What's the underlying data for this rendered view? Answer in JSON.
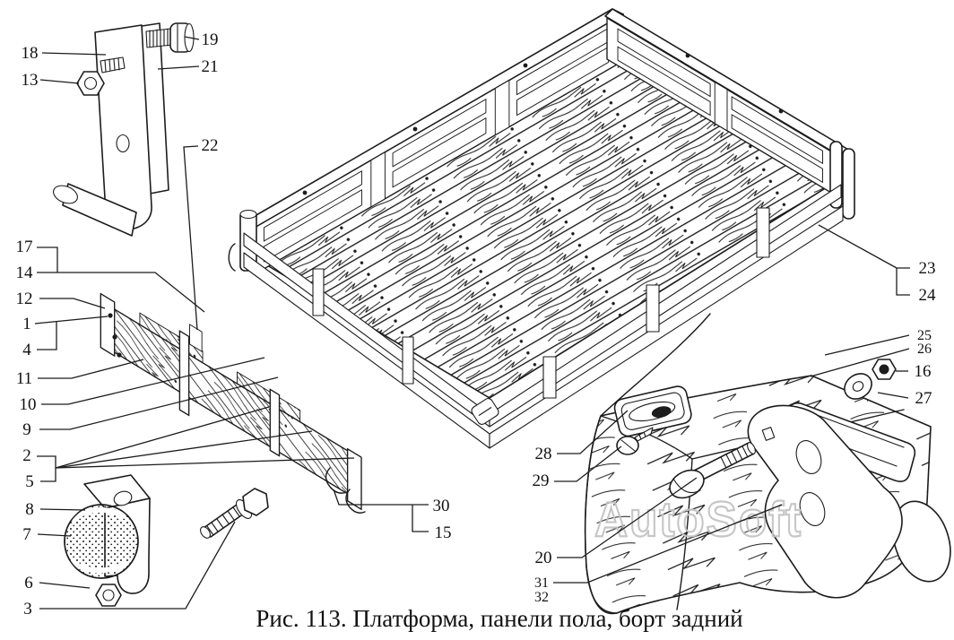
{
  "figure": {
    "caption": "Рис. 113. Платформа, панели пола, борт задний",
    "watermark": "AutoSoft"
  },
  "colors": {
    "ink": "#1c1c1c",
    "watermark_gray": "#c3c3c3",
    "paper": "#ffffff"
  },
  "callouts": {
    "c1": "1",
    "c2": "2",
    "c3": "3",
    "c4": "4",
    "c5": "5",
    "c6": "6",
    "c7": "7",
    "c8": "8",
    "c9": "9",
    "c10": "10",
    "c11": "11",
    "c12": "12",
    "c13": "13",
    "c14": "14",
    "c15": "15",
    "c16": "16",
    "c17": "17",
    "c18": "18",
    "c19": "19",
    "c20": "20",
    "c21": "21",
    "c22": "22",
    "c23": "23",
    "c24": "24",
    "c25": "25",
    "c26": "26",
    "c27": "27",
    "c28": "28",
    "c29": "29",
    "c30": "30",
    "c31": "31",
    "c32": "32"
  }
}
